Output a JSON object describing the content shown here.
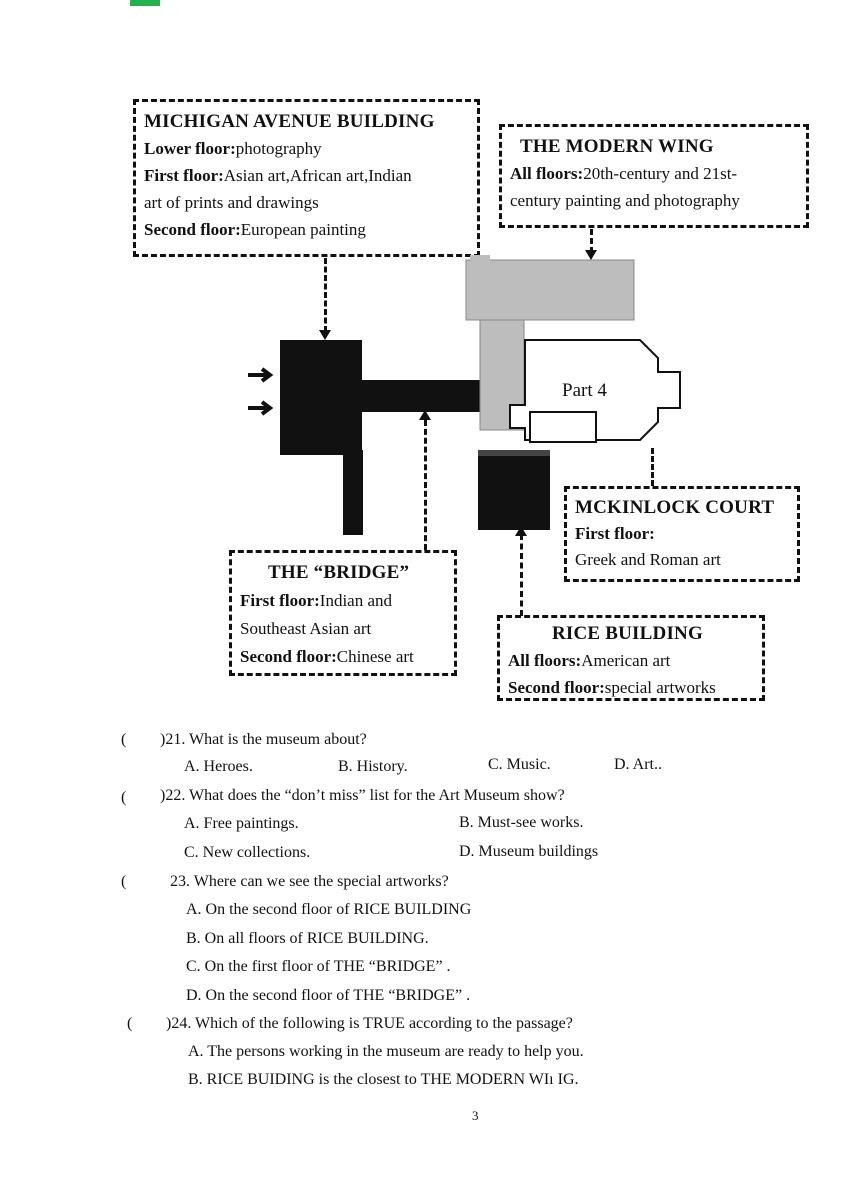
{
  "map": {
    "michigan": {
      "title": "MICHIGAN AVENUE BUILDING",
      "lines": [
        {
          "label": "Lower floor:",
          "text": "photography"
        },
        {
          "label": "First floor:",
          "text": "Asian art,African art,Indian"
        },
        {
          "label": "",
          "text": "art of prints and drawings"
        },
        {
          "label": "Second floor:",
          "text": "European painting"
        }
      ]
    },
    "modern": {
      "title": "THE MODERN WING",
      "lines": [
        {
          "label": "All floors:",
          "text": "20th-century and 21st-"
        },
        {
          "label": "",
          "text": "century painting and photography"
        }
      ]
    },
    "part4": "Part 4",
    "mckinlock": {
      "title": "MCKINLOCK COURT",
      "lines": [
        {
          "label": "First floor:",
          "text": ""
        },
        {
          "label": "",
          "text": "Greek and Roman art"
        }
      ]
    },
    "bridge": {
      "title": "THE “BRIDGE”",
      "lines": [
        {
          "label": "First floor:",
          "text": "Indian and"
        },
        {
          "label": "",
          "text": "Southeast Asian art"
        },
        {
          "label": "Second floor:",
          "text": "Chinese art"
        }
      ]
    },
    "rice": {
      "title": "RICE BUILDING",
      "lines": [
        {
          "label": "All floors:",
          "text": "American art"
        },
        {
          "label": "Second floor:",
          "text": "special artworks"
        }
      ]
    }
  },
  "questions": [
    {
      "prefix": "(",
      "num": ")21. What is the museum about?",
      "options": [
        "A. Heroes.",
        "B. History.",
        "C. Music.",
        "D. Art.."
      ]
    },
    {
      "prefix": "(",
      "num": ")22. What does the “don’t miss” list for the Art Museum show?",
      "options": [
        "A. Free paintings.",
        "B. Must-see works.",
        "C. New collections.",
        "D. Museum buildings"
      ]
    },
    {
      "prefix": "(",
      "num": "23. Where can we see the special artworks?",
      "options": [
        "A. On the second floor of RICE BUILDING",
        "B. On all floors of RICE BUILDING.",
        "C. On the first floor of THE “BRIDGE” .",
        "D. On the second floor of THE “BRIDGE” ."
      ]
    },
    {
      "prefix": "(",
      "num": ")24. Which of the following is TRUE according to the passage?",
      "options": [
        "A. The persons working in the museum are ready to help you.",
        "B. RICE BUIDING is the closest to THE MODERN WIı IG."
      ]
    }
  ],
  "page_number": "3"
}
